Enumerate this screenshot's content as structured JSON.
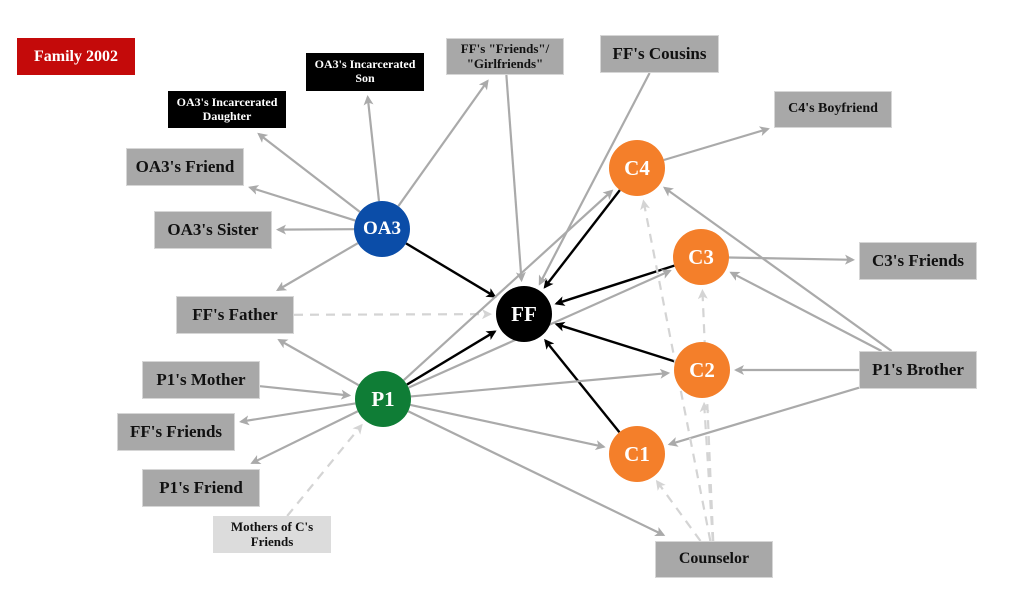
{
  "title": "Family 2002",
  "colors": {
    "title_bg": "#c40a0a",
    "focal": "#000000",
    "oa3": "#0b4da8",
    "p1": "#0f7d36",
    "child": "#f47f2a",
    "relation_box": "#a8a8a8",
    "incarcerated_box": "#000000",
    "light_box": "#dcdcdc",
    "edge_gray": "#aaaaaa",
    "edge_black": "#000000",
    "edge_dashed": "#d4d4d4"
  },
  "nodes": [
    {
      "id": "FF",
      "label": "FF",
      "kind": "circle",
      "color": "#000000"
    },
    {
      "id": "OA3",
      "label": "OA3",
      "kind": "circle",
      "color": "#0b4da8"
    },
    {
      "id": "P1",
      "label": "P1",
      "kind": "circle",
      "color": "#0f7d36"
    },
    {
      "id": "C1",
      "label": "C1",
      "kind": "circle",
      "color": "#f47f2a"
    },
    {
      "id": "C2",
      "label": "C2",
      "kind": "circle",
      "color": "#f47f2a"
    },
    {
      "id": "C3",
      "label": "C3",
      "kind": "circle",
      "color": "#f47f2a"
    },
    {
      "id": "C4",
      "label": "C4",
      "kind": "circle",
      "color": "#f47f2a"
    },
    {
      "id": "oa3_daughter",
      "label": "OA3's Incarcerated Daughter",
      "kind": "black-box"
    },
    {
      "id": "oa3_son",
      "label": "OA3's Incarcerated Son",
      "kind": "black-box"
    },
    {
      "id": "ff_gf",
      "label": "FF's \"Friends\"/ \"Girlfriends\"",
      "kind": "gray-box"
    },
    {
      "id": "ff_cousins",
      "label": "FF's Cousins",
      "kind": "gray-box"
    },
    {
      "id": "c4_bf",
      "label": "C4's Boyfriend",
      "kind": "gray-box"
    },
    {
      "id": "oa3_friend",
      "label": "OA3's Friend",
      "kind": "gray-box"
    },
    {
      "id": "oa3_sister",
      "label": "OA3's Sister",
      "kind": "gray-box"
    },
    {
      "id": "ff_father",
      "label": "FF's Father",
      "kind": "gray-box"
    },
    {
      "id": "c3_friends",
      "label": "C3's Friends",
      "kind": "gray-box"
    },
    {
      "id": "p1_mother",
      "label": "P1's Mother",
      "kind": "gray-box"
    },
    {
      "id": "p1_brother",
      "label": "P1's Brother",
      "kind": "gray-box"
    },
    {
      "id": "ff_friends",
      "label": "FF's Friends",
      "kind": "gray-box"
    },
    {
      "id": "p1_friend",
      "label": "P1's Friend",
      "kind": "gray-box"
    },
    {
      "id": "mothers_c_friends",
      "label": "Mothers of C's Friends",
      "kind": "light-box"
    },
    {
      "id": "counselor",
      "label": "Counselor",
      "kind": "gray-box"
    }
  ],
  "edges": [
    {
      "from": "OA3",
      "to": "FF",
      "style": "black"
    },
    {
      "from": "P1",
      "to": "FF",
      "style": "black"
    },
    {
      "from": "C4",
      "to": "FF",
      "style": "black"
    },
    {
      "from": "C3",
      "to": "FF",
      "style": "black"
    },
    {
      "from": "C2",
      "to": "FF",
      "style": "black"
    },
    {
      "from": "C1",
      "to": "FF",
      "style": "black"
    },
    {
      "from": "OA3",
      "to": "oa3_daughter",
      "style": "gray"
    },
    {
      "from": "OA3",
      "to": "oa3_son",
      "style": "gray"
    },
    {
      "from": "OA3",
      "to": "ff_gf",
      "style": "gray"
    },
    {
      "from": "OA3",
      "to": "oa3_friend",
      "style": "gray"
    },
    {
      "from": "OA3",
      "to": "oa3_sister",
      "style": "gray"
    },
    {
      "from": "OA3",
      "to": "ff_father",
      "style": "gray"
    },
    {
      "from": "ff_gf",
      "to": "FF",
      "style": "gray"
    },
    {
      "from": "ff_cousins",
      "to": "FF",
      "style": "gray"
    },
    {
      "from": "C4",
      "to": "c4_bf",
      "style": "gray"
    },
    {
      "from": "C3",
      "to": "c3_friends",
      "style": "gray"
    },
    {
      "from": "ff_father",
      "to": "FF",
      "style": "dashed"
    },
    {
      "from": "P1",
      "to": "ff_father",
      "style": "gray"
    },
    {
      "from": "p1_mother",
      "to": "P1",
      "style": "gray"
    },
    {
      "from": "P1",
      "to": "ff_friends",
      "style": "gray"
    },
    {
      "from": "P1",
      "to": "p1_friend",
      "style": "gray"
    },
    {
      "from": "mothers_c_friends",
      "to": "P1",
      "style": "dashed"
    },
    {
      "from": "P1",
      "to": "C4",
      "style": "gray"
    },
    {
      "from": "P1",
      "to": "C3",
      "style": "gray"
    },
    {
      "from": "P1",
      "to": "C2",
      "style": "gray"
    },
    {
      "from": "P1",
      "to": "C1",
      "style": "gray"
    },
    {
      "from": "P1",
      "to": "counselor",
      "style": "gray"
    },
    {
      "from": "p1_brother",
      "to": "C4",
      "style": "gray"
    },
    {
      "from": "p1_brother",
      "to": "C3",
      "style": "gray"
    },
    {
      "from": "p1_brother",
      "to": "C2",
      "style": "gray"
    },
    {
      "from": "p1_brother",
      "to": "C1",
      "style": "gray"
    },
    {
      "from": "counselor",
      "to": "C1",
      "style": "dashed"
    },
    {
      "from": "counselor",
      "to": "C2",
      "style": "dashed"
    },
    {
      "from": "counselor",
      "to": "C3",
      "style": "dashed"
    },
    {
      "from": "counselor",
      "to": "C4",
      "style": "dashed"
    }
  ]
}
